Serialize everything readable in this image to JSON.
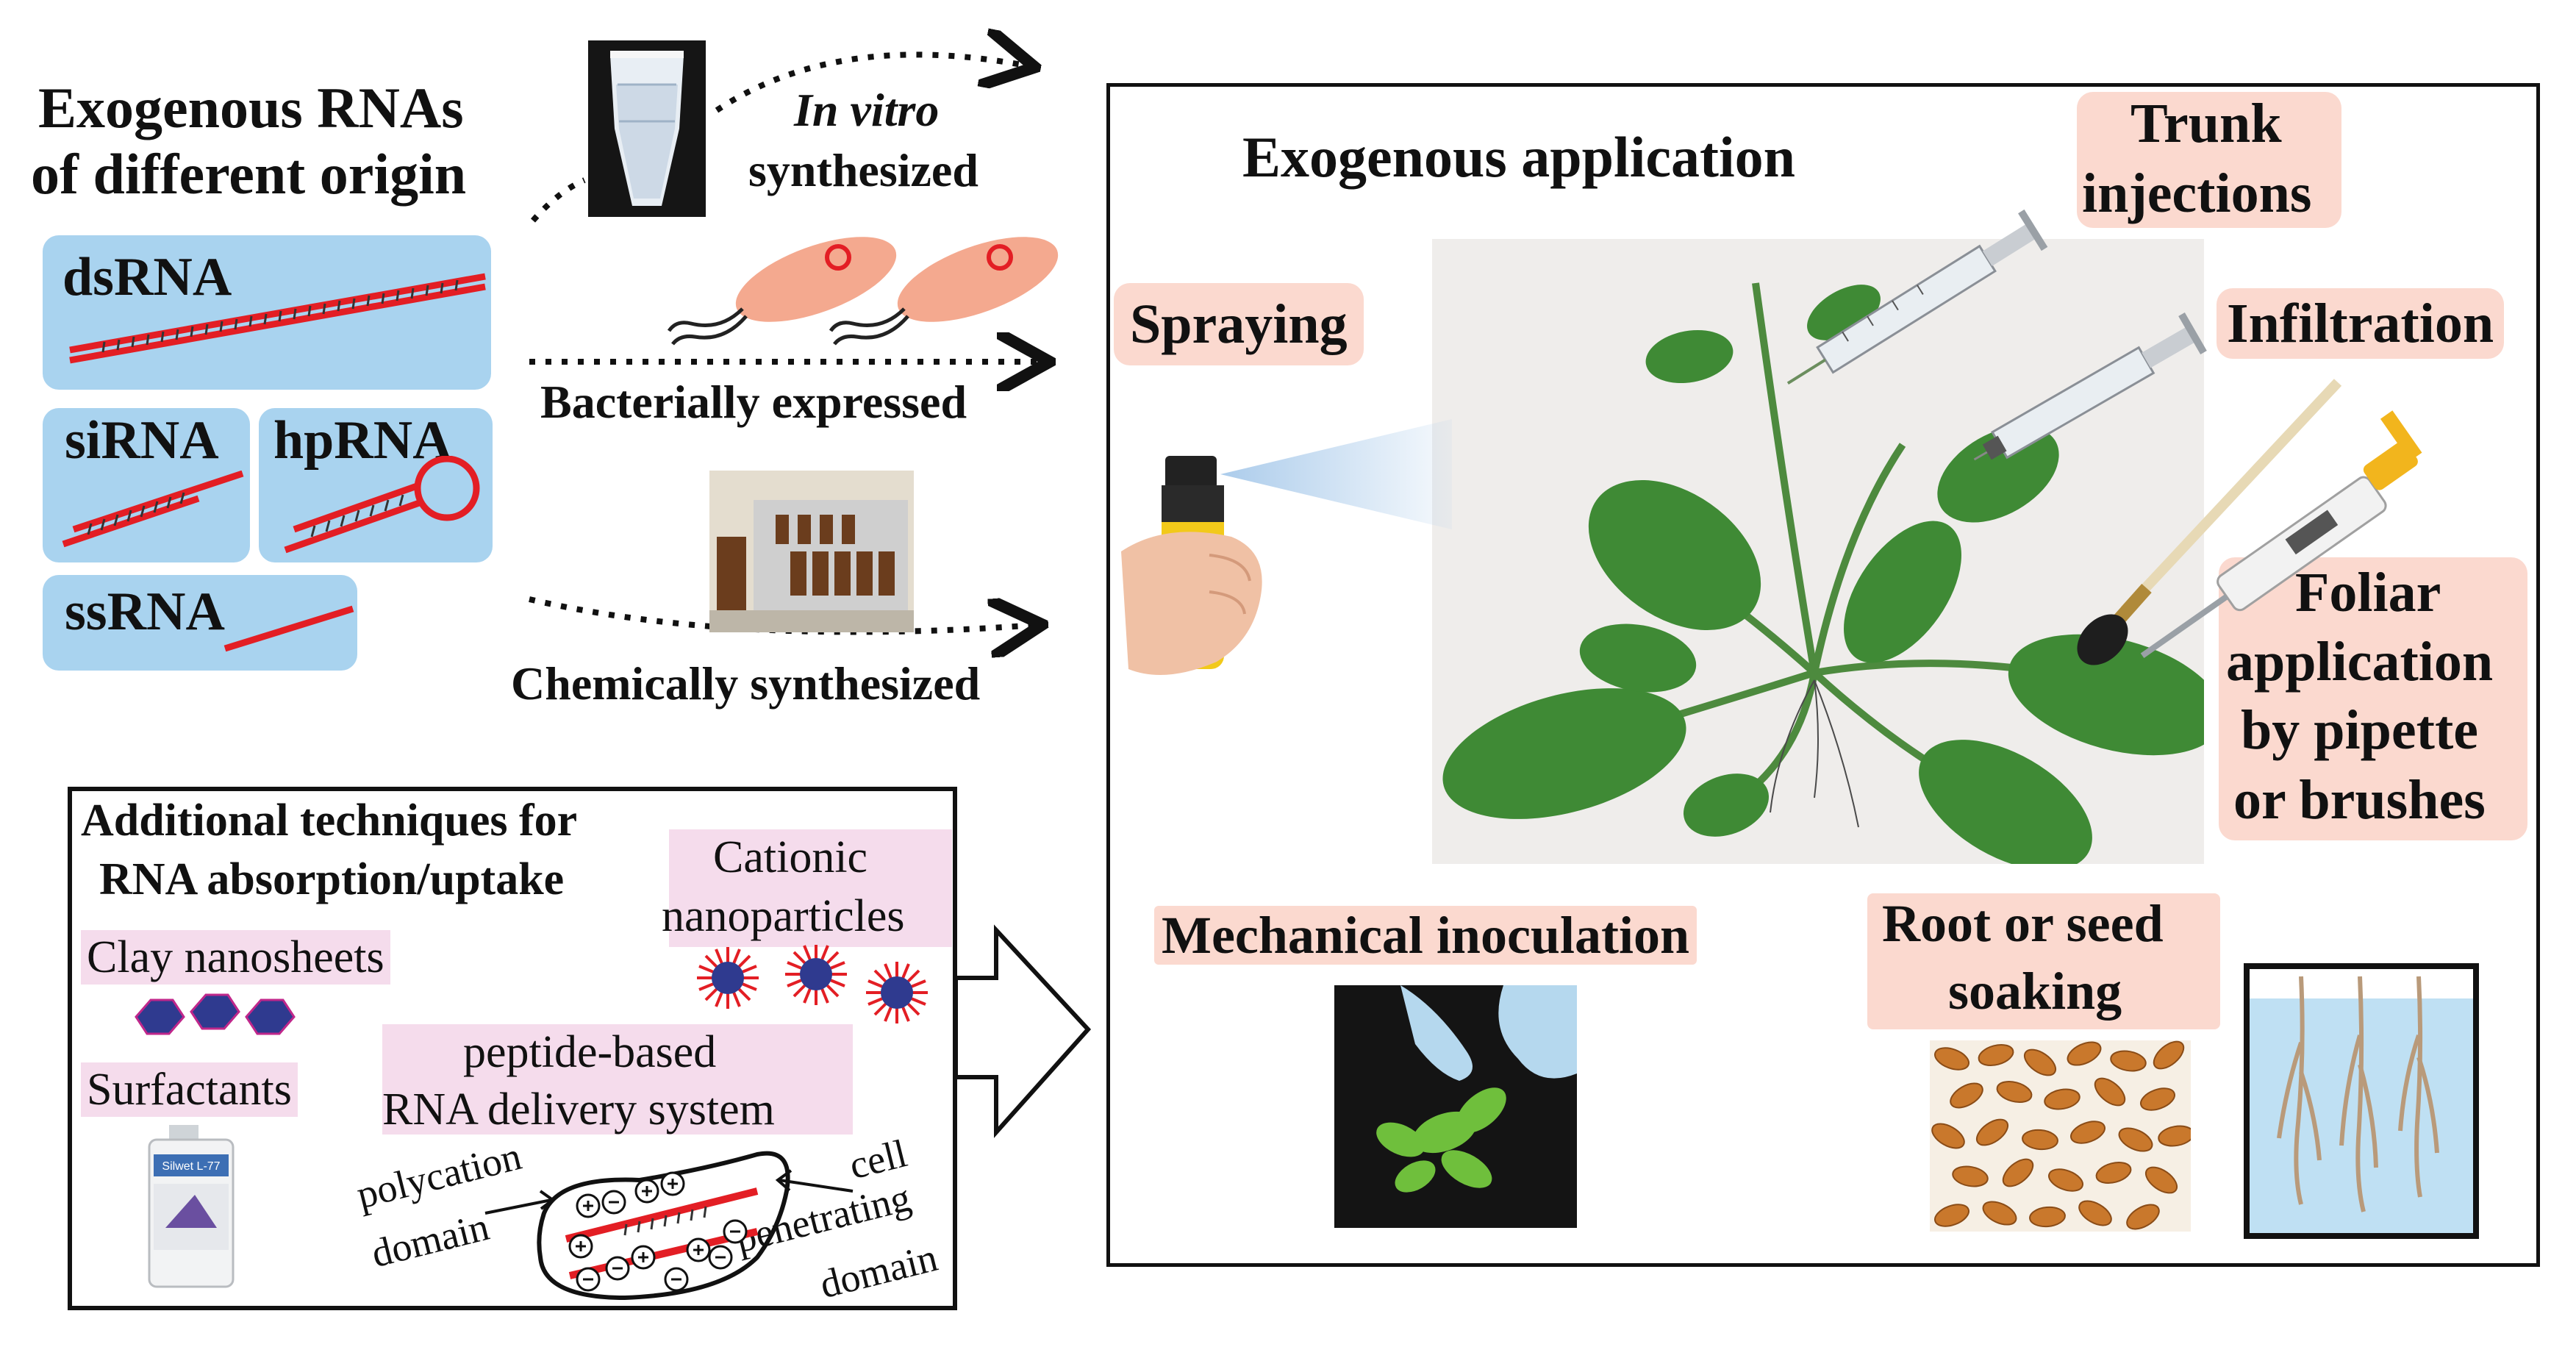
{
  "origin": {
    "title_line1": "Exogenous RNAs",
    "title_line2": "of different origin",
    "in_vitro_italic": "In vitro",
    "in_vitro_rest": "synthesized",
    "bacterial": "Bacterially expressed",
    "chemical": "Chemically synthesized"
  },
  "rna_types": {
    "dsrna": "dsRNA",
    "sirna": "siRNA",
    "hprna": "hpRNA",
    "ssrna": "ssRNA"
  },
  "techniques": {
    "title_line1": "Additional techniques for",
    "title_line2": "RNA absorption/uptake",
    "clay": "Clay nanosheets",
    "cationic_line1": "Cationic",
    "cationic_line2": "nanoparticles",
    "surfactants": "Surfactants",
    "peptide_line1": "peptide-based",
    "peptide_line2": "RNA delivery system",
    "polycation_line1": "polycation",
    "polycation_line2": "domain",
    "cell_line1": "cell",
    "cell_line2": "penetrating",
    "cell_line3": "domain",
    "bottle_label": "Silwet L-77"
  },
  "application": {
    "title": "Exogenous application",
    "trunk_line1": "Trunk",
    "trunk_line2": "injections",
    "spraying": "Spraying",
    "infiltration": "Infiltration",
    "foliar_line1": "Foliar",
    "foliar_line2": "application",
    "foliar_line3": "by pipette",
    "foliar_line4": "or brushes",
    "mechanical": "Mechanical inoculation",
    "root_line1": "Root or seed",
    "root_line2": "soaking"
  },
  "colors": {
    "rna_box": "#a9d3ef",
    "rna_strand": "#e31e24",
    "method_label": "#fbd9cf",
    "technique_label": "#f5dcec",
    "bacteria": "#f4a98f",
    "leaf": "#3f8a35"
  }
}
